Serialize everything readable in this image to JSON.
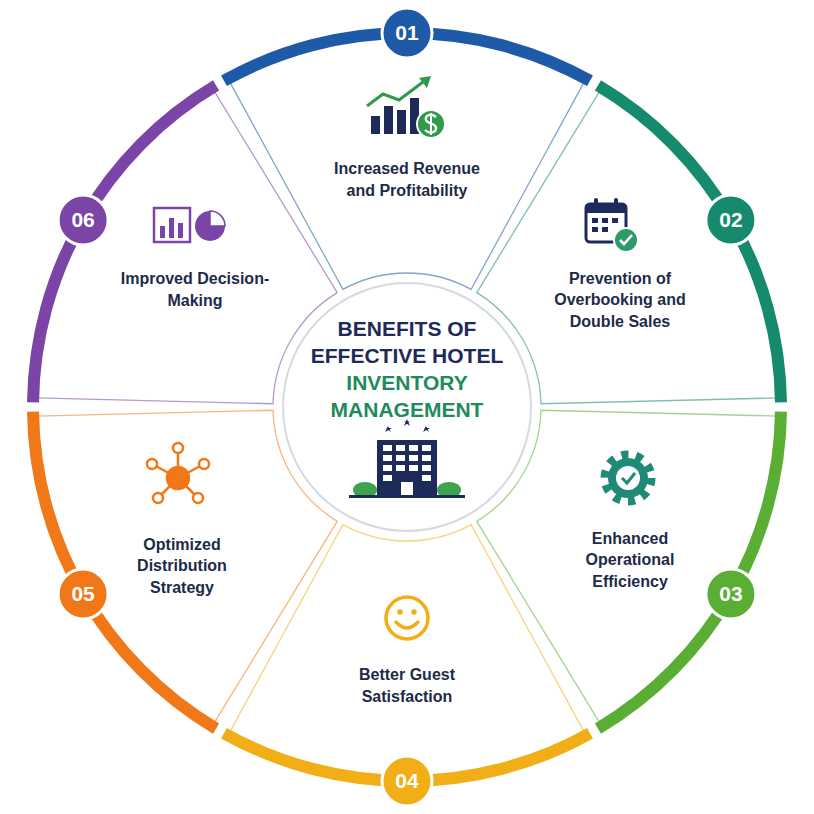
{
  "diagram": {
    "nodes": [
      {
        "text": [
          "BENEFITS OF EFFECTIVE HOTEL",
          "INVENTORY MANAGEMENT"
        ]
      },
      {
        "text": [
          "01",
          "Increased Revenue and Profitability"
        ]
      },
      {
        "text": [
          "02",
          "Prevention of Overbooking and Double Sales"
        ]
      },
      {
        "text": [
          "03",
          "Enhanced Operational Efficiency"
        ]
      },
      {
        "text": [
          "04",
          "Better Guest Satisfaction"
        ]
      },
      {
        "text": [
          "05",
          "Optimized Distribution Strategy"
        ]
      },
      {
        "text": [
          "06",
          "Improved Decision-Making"
        ]
      }
    ]
  }
}
